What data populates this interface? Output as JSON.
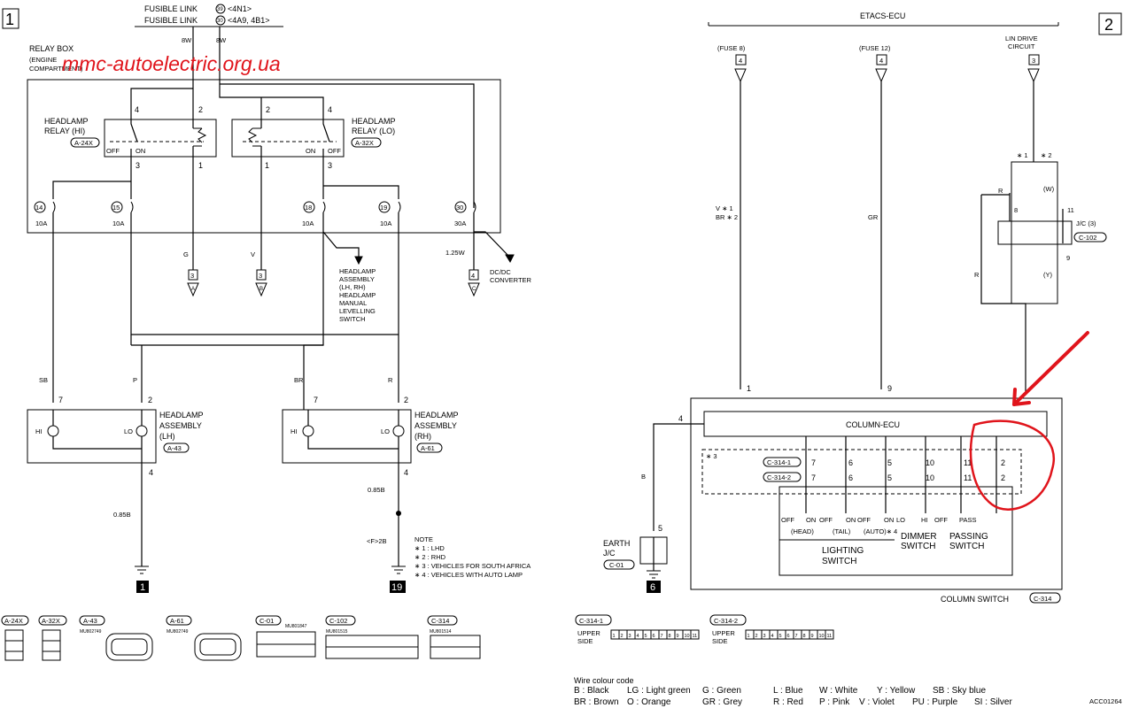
{
  "page_numbers": {
    "left": "1",
    "right": "2"
  },
  "watermark": "mmc-autoelectric.org.ua",
  "fusible_link": {
    "line1": "FUSIBLE LINK",
    "num1": "39",
    "code1": "<4N1>",
    "line2": "FUSIBLE LINK",
    "num2": "30",
    "code2": "<4A9, 4B1>"
  },
  "relay_box": {
    "label": "RELAY BOX",
    "sub1": "(ENGINE",
    "sub2": "COMPARTMENT)"
  },
  "wires_top": [
    "8W",
    "8W"
  ],
  "relay_hi": {
    "name1": "HEADLAMP",
    "name2": "RELAY (HI)",
    "conn": "A-24X",
    "off": "OFF",
    "on": "ON",
    "pins": [
      "4",
      "2",
      "3",
      "1"
    ]
  },
  "relay_lo": {
    "name1": "HEADLAMP",
    "name2": "RELAY (LO)",
    "conn": "A-32X",
    "off": "OFF",
    "on": "ON",
    "pins": [
      "2",
      "4",
      "1",
      "3"
    ]
  },
  "fuses": [
    {
      "num": "14",
      "amp": "10A"
    },
    {
      "num": "15",
      "amp": "10A"
    },
    {
      "num": "18",
      "amp": "10A"
    },
    {
      "num": "19",
      "amp": "10A"
    },
    {
      "num": "30",
      "amp": "30A"
    }
  ],
  "connectors_mid": [
    {
      "wire": "G",
      "num": "3",
      "letter": "A"
    },
    {
      "wire": "V",
      "num": "3",
      "letter": "B"
    },
    {
      "wire": "1.25W",
      "num": "4",
      "letter": "C"
    }
  ],
  "dcdc": [
    "DC/DC",
    "CONVERTER"
  ],
  "hl_assembly_note": [
    "HEADLAMP",
    "ASSEMBLY",
    "(LH, RH)",
    "HEADLAMP",
    "MANUAL",
    "LEVELLING",
    "SWITCH"
  ],
  "lh": {
    "wires": [
      "SB",
      "P"
    ],
    "pins": [
      "7",
      "2",
      "4"
    ],
    "name": [
      "HEADLAMP",
      "ASSEMBLY",
      "(LH)"
    ],
    "conn": "A-43",
    "hi": "HI",
    "lo": "LO",
    "gwire": "0.85B",
    "ground": "1"
  },
  "rh": {
    "wires": [
      "BR",
      "R"
    ],
    "pins": [
      "7",
      "2",
      "4"
    ],
    "name": [
      "HEADLAMP",
      "ASSEMBLY",
      "(RH)"
    ],
    "conn": "A-61",
    "hi": "HI",
    "lo": "LO",
    "gwire": "0.85B",
    "gwire2": "<F>2B",
    "ground": "19"
  },
  "notes": {
    "title": "NOTE",
    "items": [
      "∗ 1 : LHD",
      "∗ 2 : RHD",
      "∗ 3 : VEHICLES FOR SOUTH AFRICA",
      "∗ 4 : VEHICLES WITH AUTO LAMP"
    ]
  },
  "connectors_bottom": [
    {
      "code": "A-24X",
      "part": ""
    },
    {
      "code": "A-32X",
      "part": ""
    },
    {
      "code": "A-43",
      "part": "MU802749"
    },
    {
      "code": "A-61",
      "part": "MU802749"
    },
    {
      "code": "C-01",
      "part": "MU801847"
    },
    {
      "code": "C-102",
      "part": "MU801515"
    },
    {
      "code": "C-314",
      "part": "MU801514"
    }
  ],
  "etacs": {
    "title": "ETACS-ECU",
    "fuse8": "(FUSE 8)",
    "fuse8_pin": "4",
    "fuse12": "(FUSE 12)",
    "fuse12_pin": "4",
    "lin1": "LIN DRIVE",
    "lin2": "CIRCUIT",
    "lin_pin": "3",
    "wire_v": "V ∗ 1",
    "wire_br": "BR ∗ 2",
    "wire_gr": "GR"
  },
  "jc": {
    "stars": [
      "∗ 1",
      "∗ 2"
    ],
    "r1": "R",
    "w": "(W)",
    "pin8": "8",
    "pin11": "11",
    "name": "J/C (3)",
    "conn": "C-102",
    "pin9": "9",
    "r2": "R",
    "y": "(Y)"
  },
  "column_ecu": {
    "label": "COLUMN-ECU",
    "pin1": "1",
    "pin9": "9",
    "pin4": "4",
    "wire_b": "B",
    "star3": "∗ 3"
  },
  "c314_rows": [
    {
      "code": "C-314-1",
      "pins": [
        "7",
        "6",
        "5",
        "10",
        "11",
        "2"
      ]
    },
    {
      "code": "C-314-2",
      "pins": [
        "7",
        "6",
        "5",
        "10",
        "11",
        "2"
      ]
    }
  ],
  "switches": {
    "pos": [
      "OFF",
      "ON",
      "OFF",
      "ON",
      "OFF",
      "ON",
      "LO",
      "HI",
      "OFF",
      "PASS"
    ],
    "head": "(HEAD)",
    "tail": "(TAIL)",
    "auto": "(AUTO)∗ 4",
    "lighting": [
      "LIGHTING",
      "SWITCH"
    ],
    "dimmer": [
      "DIMMER",
      "SWITCH"
    ],
    "passing": [
      "PASSING",
      "SWITCH"
    ]
  },
  "earth": {
    "l1": "EARTH",
    "l2": "J/C",
    "conn": "C-01",
    "pin": "5",
    "ground": "6"
  },
  "column_switch": {
    "label": "COLUMN SWITCH",
    "conn": "C-314"
  },
  "upper_side": [
    {
      "code": "C-314-1",
      "label": [
        "UPPER",
        "SIDE"
      ],
      "pins": [
        "1",
        "2",
        "3",
        "4",
        "5",
        "6",
        "7",
        "8",
        "9",
        "10",
        "11"
      ]
    },
    {
      "code": "C-314-2",
      "label": [
        "UPPER",
        "SIDE"
      ],
      "pins": [
        "1",
        "2",
        "3",
        "4",
        "5",
        "6",
        "7",
        "8",
        "9",
        "10",
        "11"
      ]
    }
  ],
  "wire_colour": {
    "title": "Wire colour code",
    "row1": [
      "B : Black",
      "LG : Light green",
      "G : Green",
      "L : Blue",
      "W : White",
      "Y : Yellow",
      "SB : Sky blue"
    ],
    "row2": [
      "BR : Brown",
      "O : Orange",
      "GR : Grey",
      "R : Red",
      "P : Pink",
      "V : Violet",
      "PU : Purple",
      "SI : Silver"
    ]
  },
  "doc_code": "ACC01264",
  "colors": {
    "annotation": "#e0141b",
    "ink": "#000000"
  }
}
